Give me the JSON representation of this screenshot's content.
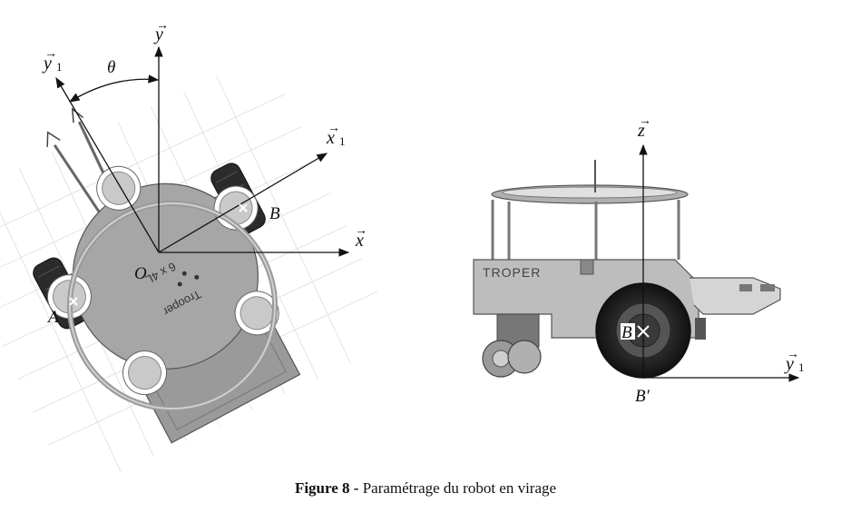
{
  "left_view": {
    "labels": {
      "y": "y",
      "y1": "y",
      "y1_sub": "1",
      "x": "x",
      "x1": "x",
      "x1_sub": "1",
      "theta": "θ",
      "O": "O",
      "A": "A",
      "B": "B"
    },
    "robot_label": "6 x 4L",
    "robot_brand": "Trooper"
  },
  "right_view": {
    "labels": {
      "z": "z",
      "y1": "y",
      "y1_sub": "1",
      "B": "B",
      "Bp": "B′"
    },
    "robot_label": "TROPER"
  },
  "caption": {
    "number": "Figure 8 -",
    "text": " Paramétrage du robot en virage"
  }
}
